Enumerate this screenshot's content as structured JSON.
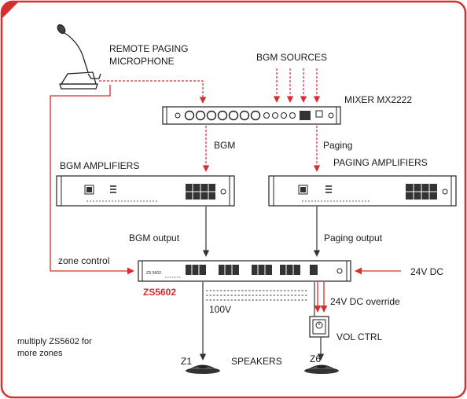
{
  "labels": {
    "mic_line1": "REMOTE PAGING",
    "mic_line2": "MICROPHONE",
    "bgm_sources": "BGM SOURCES",
    "mixer": "MIXER MX2222",
    "bgm": "BGM",
    "paging": "Paging",
    "bgm_amplifiers": "BGM AMPLIFIERS",
    "paging_amplifiers": "PAGING AMPLIFIERS",
    "bgm_output": "BGM output",
    "paging_output": "Paging output",
    "zone_control": "zone control",
    "dc24": "24V DC",
    "zs_model": "ZS5602",
    "override": "24V DC override",
    "v100": "100V",
    "vol_ctrl": "VOL CTRL",
    "multiply_line1": "multiply ZS5602 for",
    "multiply_line2": "more zones",
    "z1": "Z1",
    "speakers": "SPEAKERS",
    "z6": "Z6",
    "zs_panel_text": "ZS 5602"
  },
  "colors": {
    "frame": "#d62f2f",
    "signal": "#d62f2f",
    "audio": "#333333",
    "device": "#222222"
  }
}
